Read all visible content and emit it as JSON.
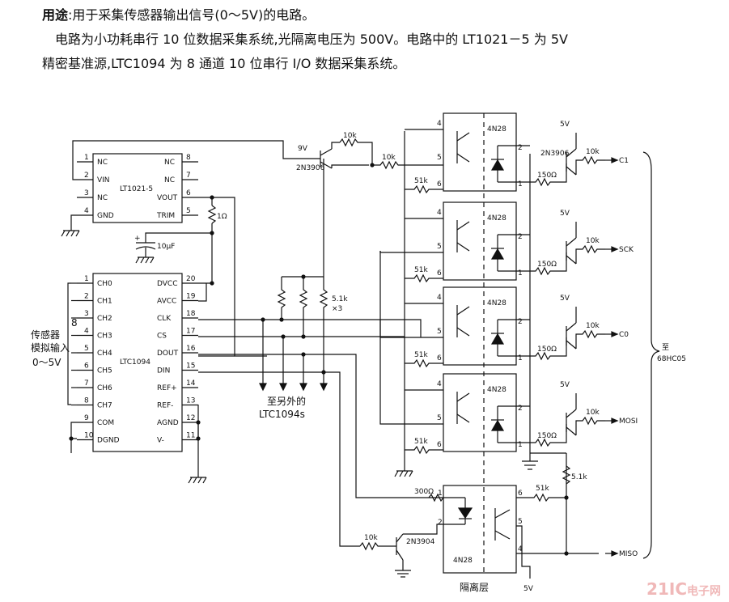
{
  "header": {
    "line1_bold": "用途",
    "line1_rest": ":用于采集传感器输出信号(0～5V)的电路。",
    "line2": "电路为小功耗串行 10 位数据采集系统,光隔离电压为 500V。电路中的 LT1021－5 为 5V",
    "line3": "精密基准源,LTC1094 为 8 通道 10 位串行 I/O 数据采集系统。"
  },
  "ref_ic": {
    "name": "LT1021-5",
    "left_pins": [
      {
        "num": "1",
        "label": "NC"
      },
      {
        "num": "2",
        "label": "VIN"
      },
      {
        "num": "3",
        "label": "NC"
      },
      {
        "num": "4",
        "label": "GND"
      }
    ],
    "right_pins": [
      {
        "num": "8",
        "label": "NC"
      },
      {
        "num": "7",
        "label": "NC"
      },
      {
        "num": "6",
        "label": "VOUT"
      },
      {
        "num": "5",
        "label": "TRIM"
      }
    ]
  },
  "adc_ic": {
    "name": "LTC1094",
    "left_pins": [
      {
        "num": "1",
        "label": "CH0"
      },
      {
        "num": "2",
        "label": "CH1"
      },
      {
        "num": "3",
        "label": "CH2"
      },
      {
        "num": "4",
        "label": "CH3"
      },
      {
        "num": "5",
        "label": "CH4"
      },
      {
        "num": "6",
        "label": "CH5"
      },
      {
        "num": "7",
        "label": "CH6"
      },
      {
        "num": "8",
        "label": "CH7"
      },
      {
        "num": "9",
        "label": "COM"
      },
      {
        "num": "10",
        "label": "DGND"
      }
    ],
    "right_pins": [
      {
        "num": "20",
        "label": "DVCC"
      },
      {
        "num": "19",
        "label": "AVCC"
      },
      {
        "num": "18",
        "label": "CLK"
      },
      {
        "num": "17",
        "label": "CS"
      },
      {
        "num": "16",
        "label": "DOUT"
      },
      {
        "num": "15",
        "label": "DIN"
      },
      {
        "num": "14",
        "label": "REF+"
      },
      {
        "num": "13",
        "label": "REF-"
      },
      {
        "num": "12",
        "label": "AGND"
      },
      {
        "num": "11",
        "label": "V-"
      }
    ]
  },
  "labels": {
    "cap": "10µF",
    "r_1ohm": "1Ω",
    "v9": "9V",
    "q_top": "2N3906",
    "r10k_top": "10k",
    "r10k_b": "10k",
    "r51k": "51k",
    "pullups": "5.1k",
    "pullups_x3": "×3",
    "sensor_count": "8",
    "sensor_line1": "传感器",
    "sensor_line2": "模拟输入",
    "sensor_line3": "0～5V",
    "to_other_1": "至另外的",
    "to_other_2": "LTC1094s",
    "to_mcu_1": "至",
    "to_mcu_2": "68HC05",
    "opto": "4N28",
    "r150": "150Ω",
    "r10k": "10k",
    "v5": "5V",
    "q_out": "2N3906",
    "r300": "300Ω",
    "q_bottom": "2N3904",
    "r51k_b": "51k",
    "r5k1_b": "5.1k",
    "isolation": "隔离层",
    "v5_bottom": "5V"
  },
  "outputs": [
    "C1",
    "SCK",
    "C0",
    "MOSI",
    "MISO"
  ],
  "watermark": {
    "main": "21IC",
    "sub": "电子网"
  }
}
